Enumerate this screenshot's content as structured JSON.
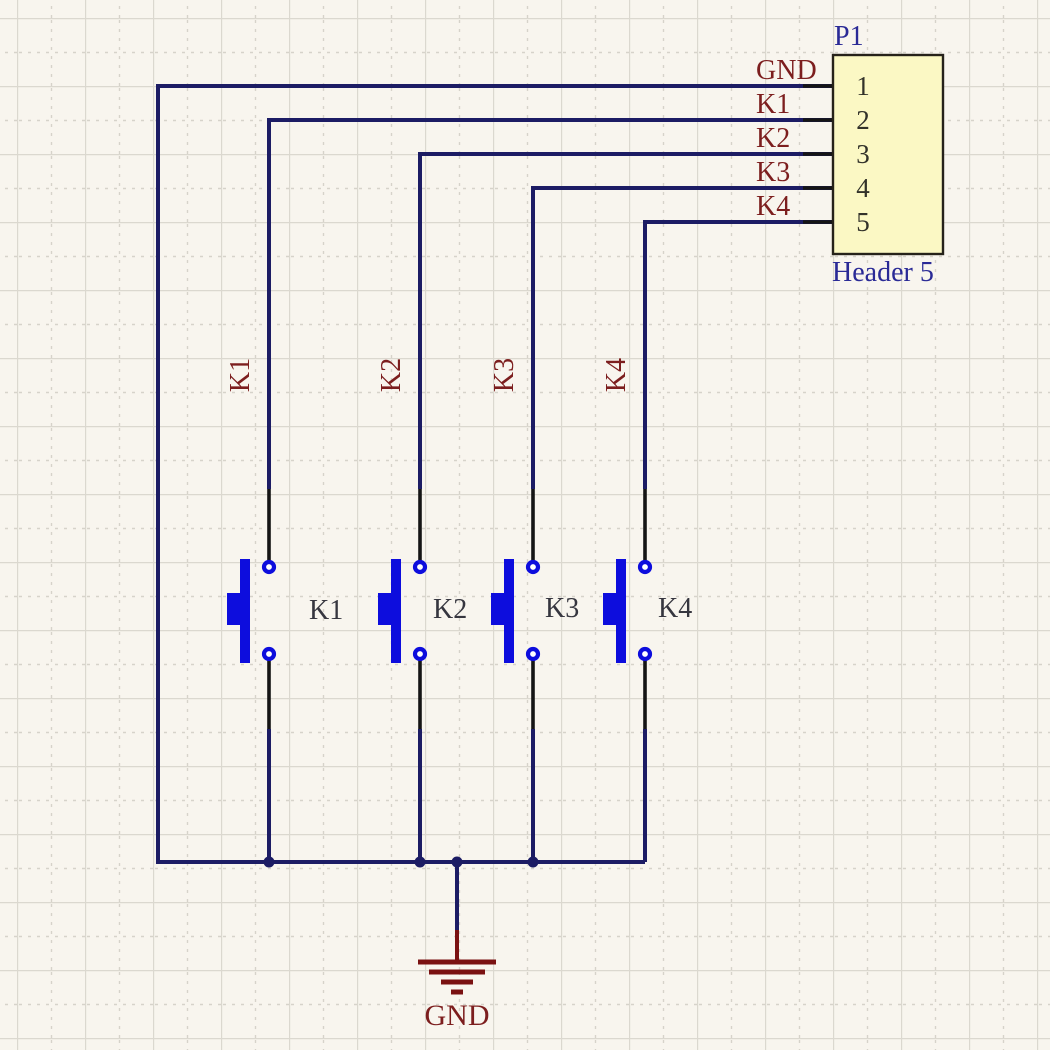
{
  "schematic": {
    "connector": {
      "designator": "P1",
      "part_label": "Header 5",
      "pins": [
        {
          "number": "1",
          "net": "GND"
        },
        {
          "number": "2",
          "net": "K1"
        },
        {
          "number": "3",
          "net": "K2"
        },
        {
          "number": "4",
          "net": "K3"
        },
        {
          "number": "5",
          "net": "K4"
        }
      ]
    },
    "buttons": [
      {
        "designator": "K1"
      },
      {
        "designator": "K2"
      },
      {
        "designator": "K3"
      },
      {
        "designator": "K4"
      }
    ],
    "vertical_net_labels": [
      "K1",
      "K2",
      "K3",
      "K4"
    ],
    "ground": {
      "label": "GND"
    },
    "colors": {
      "background": "#f8f5ee",
      "grid_line": "#dbd8cf",
      "grid_dash": "#d6d3ca",
      "wire": "#1c1c64",
      "pin": "#151515",
      "component_blue": "#0d0ddd",
      "net_label_red": "#7c1e1e",
      "power_red": "#7a1111",
      "header_fill": "#fbf8c4",
      "header_border": "#26221a",
      "pin_number": "#32322a",
      "designator_blue": "#2a2a96",
      "button_label": "#36363f"
    }
  }
}
